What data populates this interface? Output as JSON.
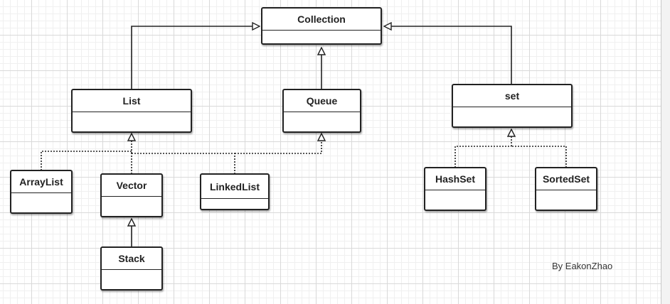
{
  "diagram": {
    "classes": [
      {
        "id": "collection",
        "name": "Collection"
      },
      {
        "id": "list",
        "name": "List"
      },
      {
        "id": "queue",
        "name": "Queue"
      },
      {
        "id": "set",
        "name": "set"
      },
      {
        "id": "arraylist",
        "name": "ArrayList"
      },
      {
        "id": "vector",
        "name": "Vector"
      },
      {
        "id": "linkedlist",
        "name": "LinkedList"
      },
      {
        "id": "stack",
        "name": "Stack"
      },
      {
        "id": "hashset",
        "name": "HashSet"
      },
      {
        "id": "sortedset",
        "name": "SortedSet"
      }
    ],
    "relations": [
      {
        "from": "list",
        "to": "collection",
        "kind": "generalization"
      },
      {
        "from": "queue",
        "to": "collection",
        "kind": "generalization"
      },
      {
        "from": "set",
        "to": "collection",
        "kind": "generalization"
      },
      {
        "from": "arraylist",
        "to": "list",
        "kind": "realization"
      },
      {
        "from": "vector",
        "to": "list",
        "kind": "realization"
      },
      {
        "from": "linkedlist",
        "to": "list",
        "kind": "realization"
      },
      {
        "from": "linkedlist",
        "to": "queue",
        "kind": "realization"
      },
      {
        "from": "stack",
        "to": "vector",
        "kind": "generalization"
      },
      {
        "from": "hashset",
        "to": "set",
        "kind": "realization"
      },
      {
        "from": "sortedset",
        "to": "set",
        "kind": "realization"
      }
    ],
    "credit": "By EakonZhao"
  }
}
